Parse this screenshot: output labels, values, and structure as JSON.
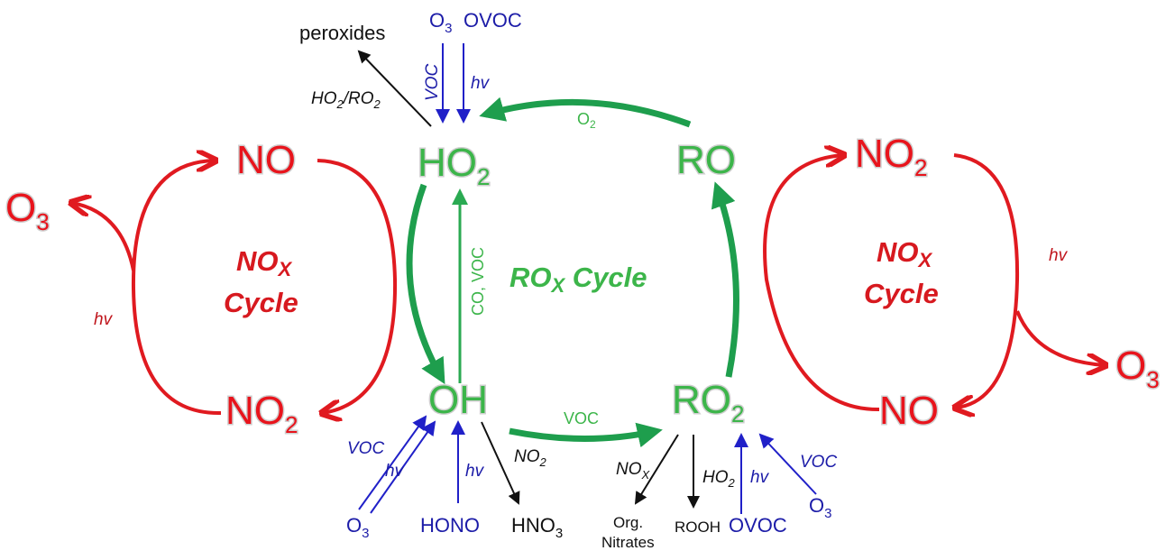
{
  "species": {
    "ho2": {
      "main": "HO",
      "sub": "2"
    },
    "ro": "RO",
    "oh": "OH",
    "ro2": {
      "main": "RO",
      "sub": "2"
    },
    "no_left": "NO",
    "no2_left": {
      "main": "NO",
      "sub": "2"
    },
    "o3_left": {
      "main": "O",
      "sub": "3"
    },
    "no2_right": {
      "main": "NO",
      "sub": "2"
    },
    "no_right": "NO",
    "o3_right": {
      "main": "O",
      "sub": "3"
    }
  },
  "cycles": {
    "nox_left": {
      "line1_main": "NO",
      "line1_sub": "X",
      "line2": "Cycle"
    },
    "nox_right": {
      "line1_main": "NO",
      "line1_sub": "X",
      "line2": "Cycle"
    },
    "rox": {
      "main": "RO",
      "sub": "X",
      "rest": " Cycle"
    }
  },
  "labels": {
    "o3_top": {
      "main": "O",
      "sub": "3"
    },
    "ovoc_top": "OVOC",
    "peroxides": "peroxides",
    "ho2_ro2": {
      "a": "HO",
      "a_sub": "2",
      "b": "/RO",
      "b_sub": "2"
    },
    "voc_vertical": "VOC",
    "hv_top": "hv",
    "o2": {
      "main": "O",
      "sub": "2"
    },
    "co_voc": "CO, VOC",
    "voc_bottom": "VOC",
    "hv_left": "hv",
    "hv_right": "hv",
    "voc_oh": "VOC",
    "hv_oh_o3": "hv",
    "hv_hono": "hv",
    "o3_bottom_left": {
      "main": "O",
      "sub": "3"
    },
    "hono": "HONO",
    "no2_italic": {
      "main": "NO",
      "sub": "2"
    },
    "hno3": {
      "main": "HNO",
      "sub": "3"
    },
    "nox_italic": {
      "main": "NO",
      "sub": "X"
    },
    "org": "Org.",
    "nitrates": "Nitrates",
    "ho2_italic": {
      "main": "HO",
      "sub": "2"
    },
    "rooh": "ROOH",
    "hv_ovoc": "hv",
    "ovoc_bottom": "OVOC",
    "voc_ro2": "VOC",
    "o3_bottom_right": {
      "main": "O",
      "sub": "3"
    }
  },
  "colors": {
    "nox": "#e01a20",
    "rox": "#1e9e4d",
    "sources": "#2020c8",
    "sinks": "#111111"
  }
}
